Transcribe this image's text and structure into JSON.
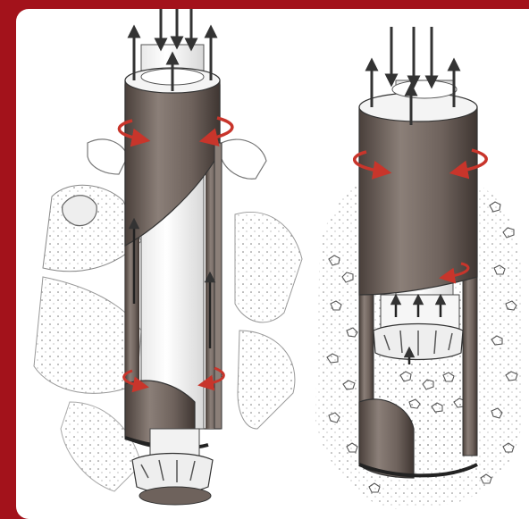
{
  "illustration": {
    "panels": [
      {
        "name": "left-drilling-assembly",
        "ground": "soil-and-rock"
      },
      {
        "name": "right-drilling-assembly",
        "ground": "gravel"
      }
    ],
    "colors": {
      "background": "#a3121b",
      "casing": "#6e625c",
      "casing_dark": "#3f3632",
      "casing_light": "#8b7f78",
      "arrow_dark": "#333333",
      "arrow_red": "#c8352b",
      "rubble": "#555555"
    },
    "icons": [
      "rotation-arrow-icon",
      "flow-arrow-up-icon",
      "flow-arrow-down-icon"
    ]
  }
}
